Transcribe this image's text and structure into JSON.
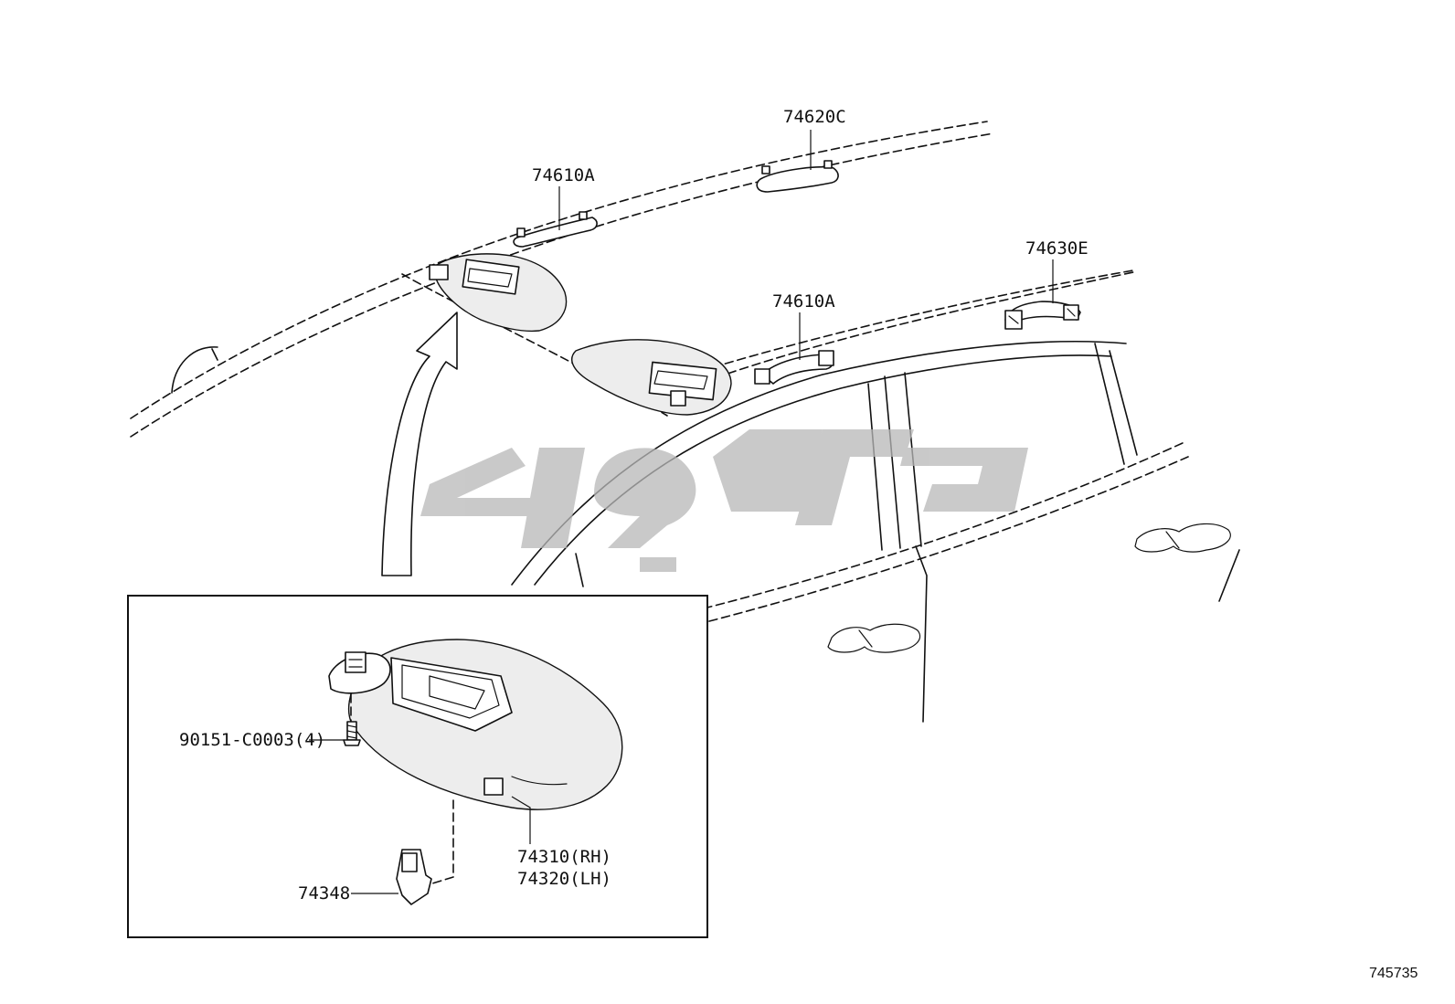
{
  "callouts": [
    {
      "id": "74620C",
      "text": "74620C"
    },
    {
      "id": "74610A_front",
      "text": "74610A"
    },
    {
      "id": "74630E",
      "text": "74630E"
    },
    {
      "id": "74610A_rear",
      "text": "74610A"
    },
    {
      "id": "screw",
      "text": "90151-C0003(4)"
    },
    {
      "id": "visor_rh",
      "text": "74310(RH)"
    },
    {
      "id": "visor_lh",
      "text": "74320(LH)"
    },
    {
      "id": "holder",
      "text": "74348"
    }
  ],
  "figure_number": "745735",
  "detail_box": true,
  "watermark": {
    "kind": "logo",
    "letters": "چاپ یدک"
  }
}
